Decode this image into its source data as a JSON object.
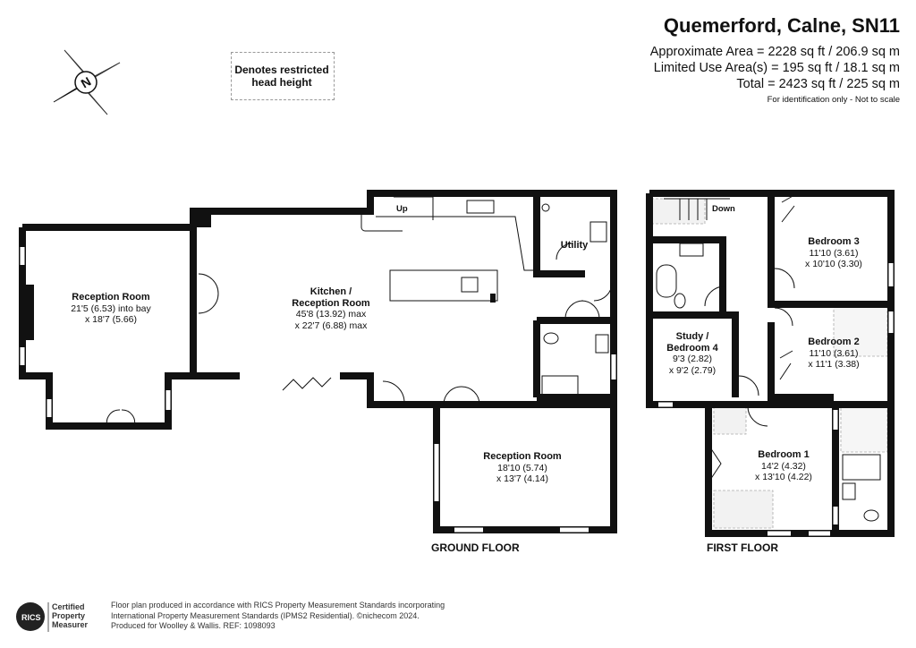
{
  "header": {
    "title": "Quemerford, Calne, SN11",
    "area_line_1": "Approximate Area = 2228 sq ft / 206.9 sq m",
    "area_line_2": "Limited Use Area(s) = 195 sq ft / 18.1 sq m",
    "area_line_3": "Total = 2423 sq ft / 225 sq m",
    "disclaimer": "For identification only - Not to scale"
  },
  "legend": {
    "text_1": "Denotes restricted",
    "text_2": "head height"
  },
  "compass": {
    "letter": "N"
  },
  "ground_floor": {
    "label": "GROUND FLOOR",
    "rooms": [
      {
        "name": "Reception Room",
        "line_1": "21'5 (6.53) into bay",
        "line_2": "x 18'7 (5.66)"
      },
      {
        "name": "Kitchen /",
        "name_2": "Reception Room",
        "line_1": "45'8 (13.92) max",
        "line_2": "x 22'7 (6.88) max"
      },
      {
        "name": "Utility"
      },
      {
        "name": "Reception Room",
        "line_1": "18'10 (5.74)",
        "line_2": "x 13'7 (4.14)"
      }
    ],
    "stairs_label": "Up"
  },
  "first_floor": {
    "label": "FIRST FLOOR",
    "rooms": [
      {
        "name": "Bedroom 3",
        "line_1": "11'10 (3.61)",
        "line_2": "x 10'10 (3.30)"
      },
      {
        "name": "Bedroom 2",
        "line_1": "11'10 (3.61)",
        "line_2": "x 11'1 (3.38)"
      },
      {
        "name": "Study /",
        "name_2": "Bedroom 4",
        "line_1": "9'3 (2.82)",
        "line_2": "x 9'2 (2.79)"
      },
      {
        "name": "Bedroom 1",
        "line_1": "14'2 (4.32)",
        "line_2": "x 13'10 (4.22)"
      }
    ],
    "stairs_label": "Down"
  },
  "footer": {
    "rics_1": "Certified",
    "rics_2": "Property",
    "rics_3": "Measurer",
    "rics_logo": "RICS",
    "line_1": "Floor plan produced in accordance with RICS Property Measurement Standards incorporating",
    "line_2": "International Property Measurement Standards (IPMS2 Residential). ©nichecom 2024.",
    "line_3": "Produced for Woolley & Wallis.   REF: 1098093"
  },
  "colors": {
    "wall": "#111111",
    "restricted_fill": "#f2f2f2",
    "text": "#111111"
  }
}
